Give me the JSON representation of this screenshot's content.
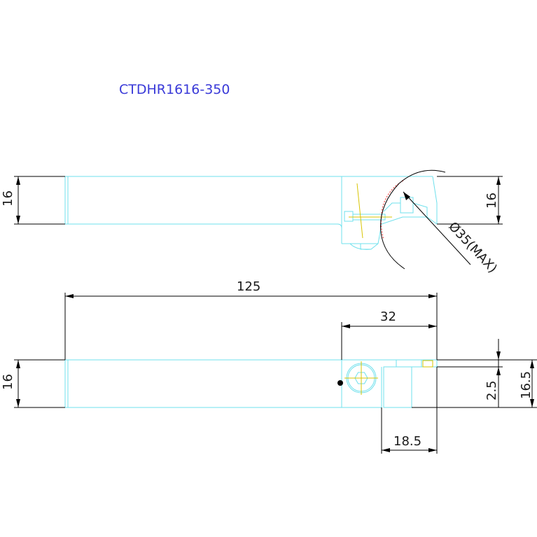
{
  "title": "CTDHR1616-350",
  "dimensions": {
    "top_left_height": "16",
    "top_right_height": "16",
    "cut_diameter": "Ø35(MAX)",
    "overall_length": "125",
    "head_length": "32",
    "side_left_height": "16",
    "right_offset": "2.5",
    "right_height": "16.5",
    "bottom_width": "18.5"
  },
  "colors": {
    "title": "#3a3ad8",
    "outline": "#6fe0ec",
    "dimension": "#000000",
    "centerline": "#d8c400",
    "dashed": "#ff2a2a"
  }
}
